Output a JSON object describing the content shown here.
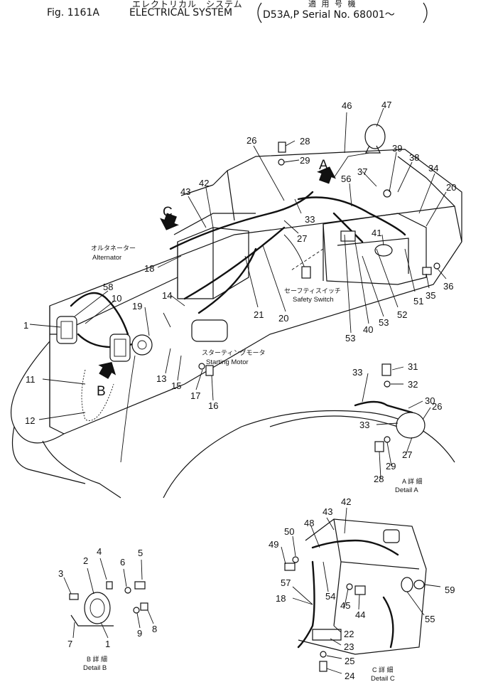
{
  "header": {
    "jp_line": "エレクトリカル　システム",
    "fig_label": "Fig. 1161A",
    "title": "ELECTRICAL SYSTEM",
    "applicable_jp": "適 用 号 機",
    "serial": "D53A,P Serial No. 68001～"
  },
  "labels": {
    "alternator_jp": "オルタネーター",
    "alternator_en": "Alternator",
    "safety_switch_jp": "セーフティスイッチ",
    "safety_switch_en": "Safety Switch",
    "starting_motor_jp": "スターティングモータ",
    "starting_motor_en": "Starting Motor",
    "arrow_a": "A",
    "arrow_b": "B",
    "arrow_c": "C",
    "detail_a_jp": "A 詳 細",
    "detail_a_en": "Detail A",
    "detail_b_jp": "B 詳 細",
    "detail_b_en": "Detail B",
    "detail_c_jp": "C 詳 細",
    "detail_c_en": "Detail C"
  },
  "callouts": [
    {
      "id": "c-46",
      "text": "46"
    },
    {
      "id": "c-47",
      "text": "47"
    },
    {
      "id": "c-26a",
      "text": "26"
    },
    {
      "id": "c-28a",
      "text": "28"
    },
    {
      "id": "c-29a",
      "text": "29"
    },
    {
      "id": "c-39",
      "text": "39"
    },
    {
      "id": "c-38",
      "text": "38"
    },
    {
      "id": "c-37",
      "text": "37"
    },
    {
      "id": "c-34",
      "text": "34"
    },
    {
      "id": "c-56",
      "text": "56"
    },
    {
      "id": "c-20a",
      "text": "20"
    },
    {
      "id": "c-43a",
      "text": "43"
    },
    {
      "id": "c-42a",
      "text": "42"
    },
    {
      "id": "c-33a",
      "text": "33"
    },
    {
      "id": "c-27a",
      "text": "27"
    },
    {
      "id": "c-41",
      "text": "41"
    },
    {
      "id": "c-18a",
      "text": "18"
    },
    {
      "id": "c-35",
      "text": "35"
    },
    {
      "id": "c-36",
      "text": "36"
    },
    {
      "id": "c-51",
      "text": "51"
    },
    {
      "id": "c-58",
      "text": "58"
    },
    {
      "id": "c-10",
      "text": "10"
    },
    {
      "id": "c-14",
      "text": "14"
    },
    {
      "id": "c-19",
      "text": "19"
    },
    {
      "id": "c-21",
      "text": "21"
    },
    {
      "id": "c-20b",
      "text": "20"
    },
    {
      "id": "c-52",
      "text": "52"
    },
    {
      "id": "c-40",
      "text": "40"
    },
    {
      "id": "c-53a",
      "text": "53"
    },
    {
      "id": "c-53b",
      "text": "53"
    },
    {
      "id": "c-1a",
      "text": "1"
    },
    {
      "id": "c-11",
      "text": "11"
    },
    {
      "id": "c-13",
      "text": "13"
    },
    {
      "id": "c-15",
      "text": "15"
    },
    {
      "id": "c-17",
      "text": "17"
    },
    {
      "id": "c-16",
      "text": "16"
    },
    {
      "id": "c-12",
      "text": "12"
    },
    {
      "id": "c-31",
      "text": "31"
    },
    {
      "id": "c-33b",
      "text": "33"
    },
    {
      "id": "c-32",
      "text": "32"
    },
    {
      "id": "c-30",
      "text": "30"
    },
    {
      "id": "c-26b",
      "text": "26"
    },
    {
      "id": "c-33c",
      "text": "33"
    },
    {
      "id": "c-27b",
      "text": "27"
    },
    {
      "id": "c-29b",
      "text": "29"
    },
    {
      "id": "c-28b",
      "text": "28"
    },
    {
      "id": "c-43b",
      "text": "43"
    },
    {
      "id": "c-42b",
      "text": "42"
    },
    {
      "id": "c-48",
      "text": "48"
    },
    {
      "id": "c-50",
      "text": "50"
    },
    {
      "id": "c-49",
      "text": "49"
    },
    {
      "id": "c-57",
      "text": "57"
    },
    {
      "id": "c-54",
      "text": "54"
    },
    {
      "id": "c-45",
      "text": "45"
    },
    {
      "id": "c-44",
      "text": "44"
    },
    {
      "id": "c-59",
      "text": "59"
    },
    {
      "id": "c-18b",
      "text": "18"
    },
    {
      "id": "c-55",
      "text": "55"
    },
    {
      "id": "c-22",
      "text": "22"
    },
    {
      "id": "c-23",
      "text": "23"
    },
    {
      "id": "c-25",
      "text": "25"
    },
    {
      "id": "c-24",
      "text": "24"
    },
    {
      "id": "c-4",
      "text": "4"
    },
    {
      "id": "c-5",
      "text": "5"
    },
    {
      "id": "c-2",
      "text": "2"
    },
    {
      "id": "c-6",
      "text": "6"
    },
    {
      "id": "c-3",
      "text": "3"
    },
    {
      "id": "c-9",
      "text": "9"
    },
    {
      "id": "c-8",
      "text": "8"
    },
    {
      "id": "c-7",
      "text": "7"
    },
    {
      "id": "c-1b",
      "text": "1"
    }
  ]
}
